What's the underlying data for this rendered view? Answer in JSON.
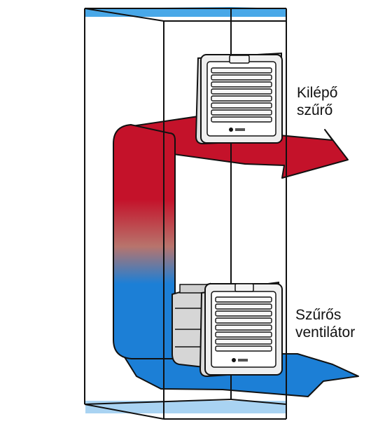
{
  "labels": {
    "outlet_filter": {
      "line1": "Kilépő",
      "line2": "szűrő"
    },
    "filter_fan": {
      "line1": "Szűrős",
      "line2": "ventilátor"
    }
  },
  "colors": {
    "hot_air": "#c4122a",
    "cold_air": "#1c7fd6",
    "cabinet_top": "#49a8e8",
    "cabinet_bottom": "#a9d3f2",
    "outline": "#111111",
    "device_grey": "#e6e6e6"
  }
}
